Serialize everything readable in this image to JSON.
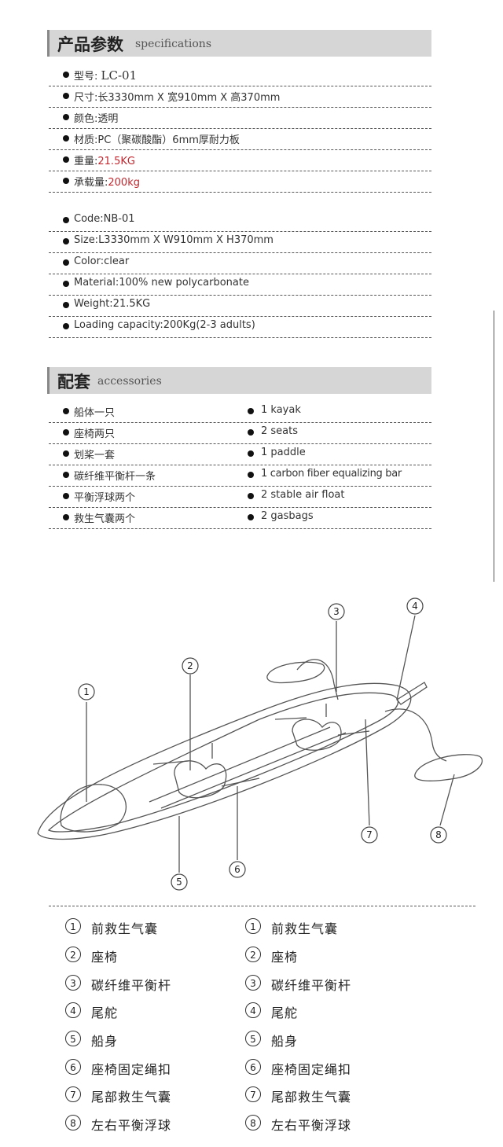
{
  "specifications": {
    "title_zh": "产品参数",
    "title_en": "specifications",
    "zh_items": [
      {
        "label": "型号:",
        "value": "LC-01",
        "highlight": false
      },
      {
        "label": "尺寸:",
        "value": "长3330mm X 宽910mm X 高370mm",
        "highlight": false
      },
      {
        "label": "颜色:",
        "value": "透明",
        "highlight": false
      },
      {
        "label": "材质:",
        "value": "PC（聚碳酸酯）6mm厚耐力板",
        "highlight": false
      },
      {
        "label": "重量:",
        "value": "21.5KG",
        "highlight": true
      },
      {
        "label": "承载量:",
        "value": "200kg",
        "highlight": true
      }
    ],
    "en_items": [
      "Code:NB-01",
      "Size:L3330mm X W910mm X H370mm",
      "Color:clear",
      "Material:100% new polycarbonate",
      "Weight:21.5KG",
      "Loading capacity:200Kg(2-3 adults)"
    ],
    "highlight_color": "#c1272d"
  },
  "accessories": {
    "title_zh": "配套",
    "title_en": "accessories",
    "rows": [
      {
        "zh": "船体一只",
        "en": "1 kayak"
      },
      {
        "zh": "座椅两只",
        "en": "2 seats"
      },
      {
        "zh": "划桨一套",
        "en": "1 paddle"
      },
      {
        "zh": "碳纤维平衡杆一条",
        "en": "1 carbon fiber equalizing bar"
      },
      {
        "zh": "平衡浮球两个",
        "en": "2 stable air float"
      },
      {
        "zh": "救生气囊两个",
        "en": "2 gasbags"
      }
    ]
  },
  "diagram": {
    "callouts": [
      "1",
      "2",
      "3",
      "4",
      "5",
      "6",
      "7",
      "8"
    ]
  },
  "legend": {
    "left": [
      {
        "num": "1",
        "label": "前救生气囊"
      },
      {
        "num": "2",
        "label": "座椅"
      },
      {
        "num": "3",
        "label": "碳纤维平衡杆"
      },
      {
        "num": "4",
        "label": "尾舵"
      },
      {
        "num": "5",
        "label": "船身"
      },
      {
        "num": "6",
        "label": "座椅固定绳扣"
      },
      {
        "num": "7",
        "label": "尾部救生气囊"
      },
      {
        "num": "8",
        "label": "左右平衡浮球"
      }
    ],
    "right": [
      {
        "num": "1",
        "label": "前救生气囊"
      },
      {
        "num": "2",
        "label": "座椅"
      },
      {
        "num": "3",
        "label": "碳纤维平衡杆"
      },
      {
        "num": "4",
        "label": "尾舵"
      },
      {
        "num": "5",
        "label": "船身"
      },
      {
        "num": "6",
        "label": "座椅固定绳扣"
      },
      {
        "num": "7",
        "label": "尾部救生气囊"
      },
      {
        "num": "8",
        "label": "左右平衡浮球"
      }
    ]
  }
}
